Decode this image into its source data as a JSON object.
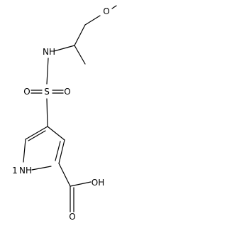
{
  "structure": {
    "atoms": {
      "methoxy_o": "O",
      "amine_nh": "NH",
      "sulfonyl_s": "S",
      "sulfonyl_o_left": "O",
      "sulfonyl_o_right": "O",
      "pyrrole_nh": "NH",
      "pyrrole_nh_prefix": "1",
      "carbonyl_o": "O",
      "hydroxyl": "OH"
    }
  }
}
